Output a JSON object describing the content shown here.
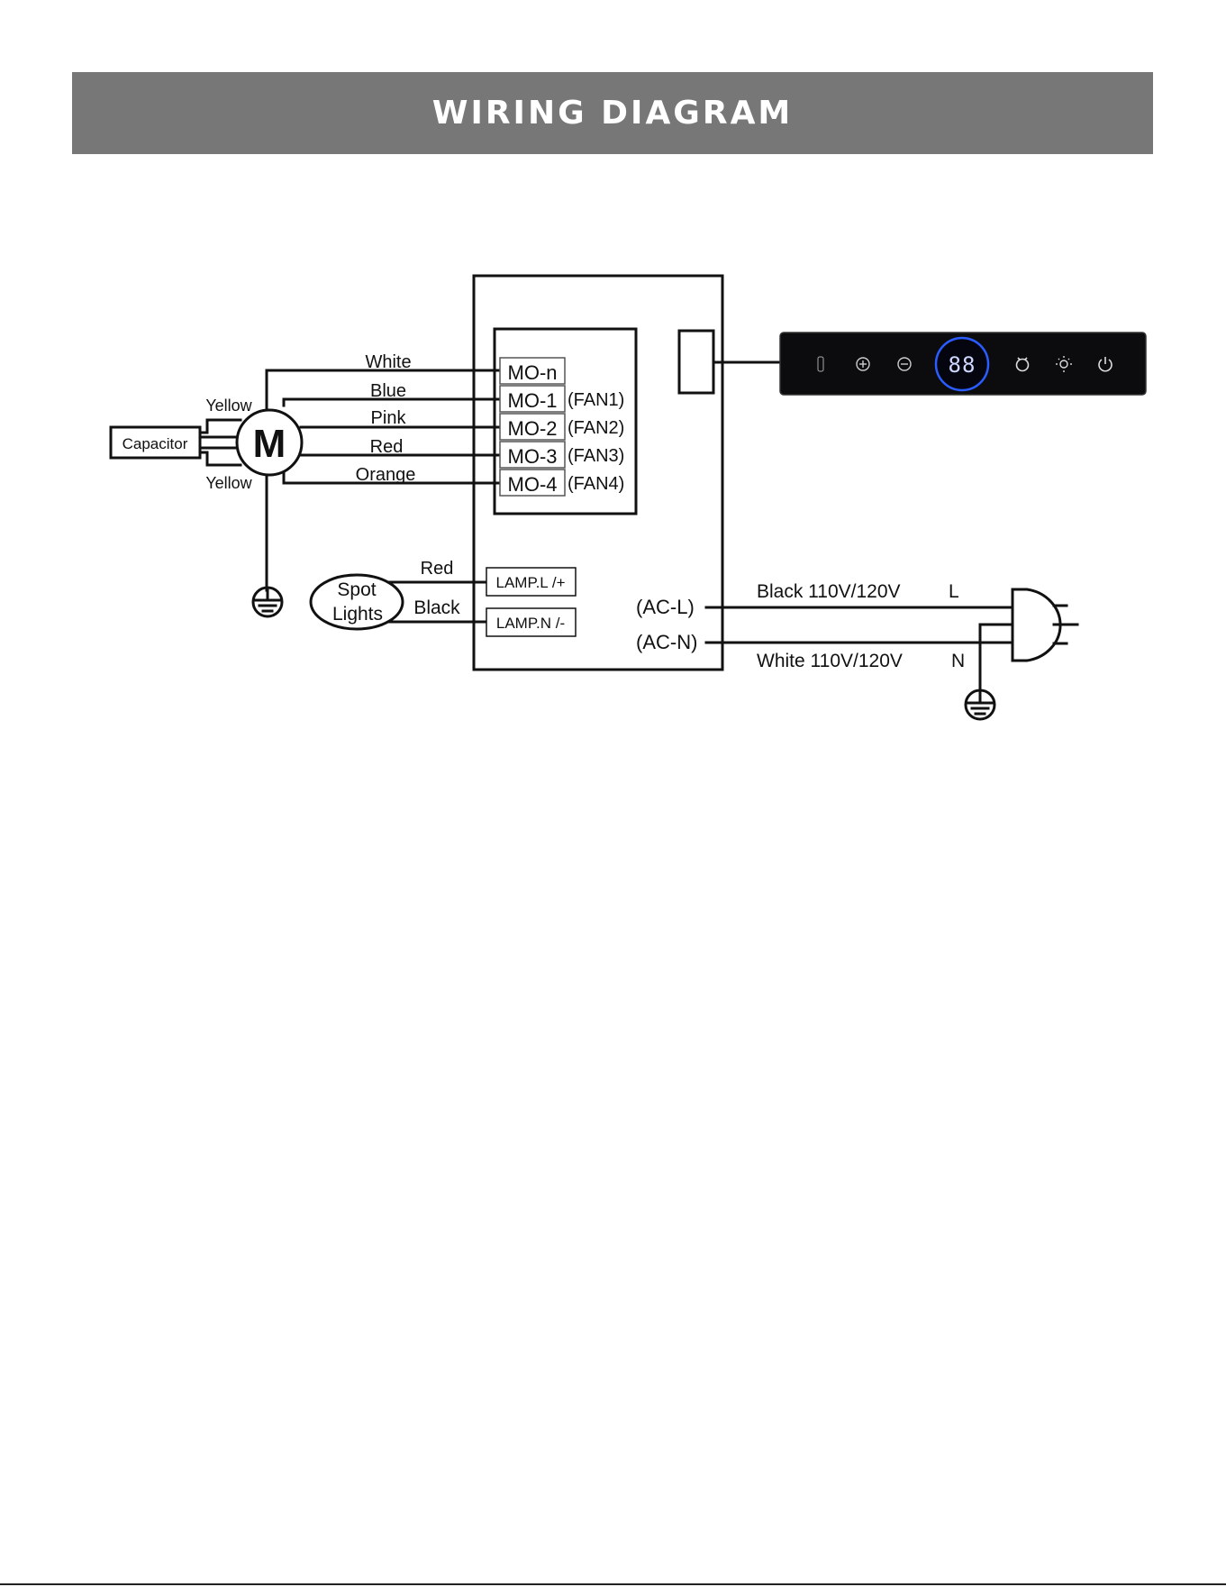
{
  "header": {
    "title": "WIRING DIAGRAM"
  },
  "colors": {
    "header_bg": "#777777",
    "header_text": "#ffffff",
    "line": "#111111",
    "panel_bg": "#0c0c0e",
    "display_ring": "#2a5cff"
  },
  "motor": {
    "symbol": "M",
    "capacitor_label": "Capacitor",
    "capacitor_wire_top": "Yellow",
    "capacitor_wire_bottom": "Yellow"
  },
  "motor_wires": [
    {
      "color_label": "White",
      "terminal": "MO-n",
      "fan": ""
    },
    {
      "color_label": "Blue",
      "terminal": "MO-1",
      "fan": "(FAN1)"
    },
    {
      "color_label": "Pink",
      "terminal": "MO-2",
      "fan": "(FAN2)"
    },
    {
      "color_label": "Red",
      "terminal": "MO-3",
      "fan": "(FAN3)"
    },
    {
      "color_label": "Orange",
      "terminal": "MO-4",
      "fan": "(FAN4)"
    }
  ],
  "lamp": {
    "device_line1": "Spot",
    "device_line2": "Lights",
    "wire_plus": "Red",
    "wire_minus": "Black",
    "terminal_plus": "LAMP.L /+",
    "terminal_minus": "LAMP.N /-"
  },
  "power": {
    "terminal_l": "(AC-L)",
    "terminal_n": "(AC-N)",
    "wire_l": "Black 110V/120V",
    "wire_n": "White 110V/120V",
    "letter_l": "L",
    "letter_n": "N"
  },
  "control_panel": {
    "display": "88",
    "icons": [
      "auto-icon",
      "plus-icon",
      "minus-icon",
      "timer-icon",
      "light-icon",
      "power-icon"
    ]
  }
}
